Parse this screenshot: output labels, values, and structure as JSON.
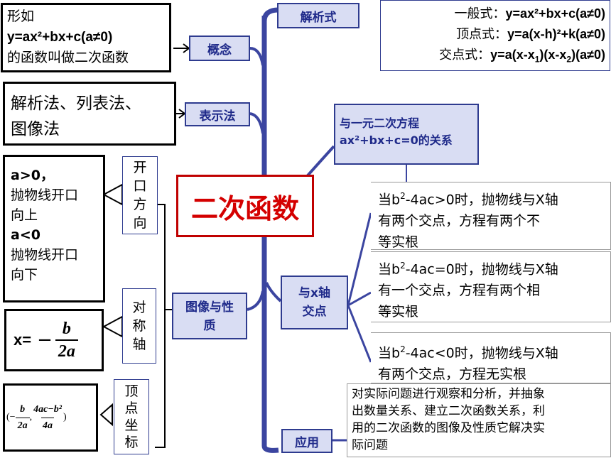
{
  "center": {
    "title": "二次函数"
  },
  "branches": {
    "concept": "概念",
    "representation": "表示法",
    "expression": "解析式",
    "equation": [
      "与一元二次方程",
      "ax²+bx+c=0的关系"
    ],
    "graph": [
      "图像与性",
      "质"
    ],
    "x_axis": [
      "与x轴",
      "交点"
    ],
    "application": "应用"
  },
  "concept_box": {
    "line1": "形如",
    "line2": "y=ax²+bx+c(a≠0)",
    "line3": "的函数叫做二次函数"
  },
  "representation_box": {
    "line1": "解析法、列表法、",
    "line2": "图像法"
  },
  "expression_box": {
    "general_label": "一般式：",
    "general_formula": "y=ax²+bx+c(a≠0)",
    "vertex_label": "顶点式：",
    "vertex_formula": "y=a(x-h)²+k(a≠0)",
    "intercept_label": "交点式：",
    "intercept_formula_a": "y=a(x-x",
    "intercept_sub1": "1",
    "intercept_formula_b": ")(x-x",
    "intercept_sub2": "2",
    "intercept_formula_c": ")(a≠0)"
  },
  "opening": {
    "label": [
      "开",
      "口",
      "方",
      "向"
    ],
    "lines": [
      "a>0，",
      "抛物线开口",
      "向上",
      "a<0",
      "抛物线开口",
      "向下"
    ]
  },
  "symmetry": {
    "label": [
      "对",
      "称",
      "轴"
    ],
    "prefix": "x=",
    "minus": "−",
    "numerator": "b",
    "denominator": "2a"
  },
  "vertex": {
    "label": [
      "顶",
      "点",
      "坐",
      "标"
    ],
    "open": "(−",
    "n1": "b",
    "d1": "2a",
    "comma": ",",
    "n2": "4ac−b²",
    "d2": "4a",
    "close": ")"
  },
  "discriminant": [
    {
      "prefix": "当b",
      "sup": "2",
      "rest": "-4ac>0时，抛物线与X轴",
      "line2": "有两个交点，方程有两个不",
      "line3": "等实根"
    },
    {
      "prefix": "当b",
      "sup": "2",
      "rest": "-4ac=0时，抛物线与X轴",
      "line2": "有一个交点，方程有两个相",
      "line3": "等实根"
    },
    {
      "prefix": "当b",
      "sup": "2",
      "rest": "-4ac<0时，抛物线与X轴",
      "line2": "有两个交点，方程无实根",
      "line3": ""
    }
  ],
  "application_box": {
    "lines": [
      "对实际问题进行观察和分析，并抽象",
      "出数量关系、建立二次函数关系，利",
      "用的二次函数的图像及性质它解决实",
      "际问题"
    ]
  },
  "colors": {
    "branch": "#2e3b8f",
    "center_border": "#c00000",
    "center_text": "#d40000"
  }
}
